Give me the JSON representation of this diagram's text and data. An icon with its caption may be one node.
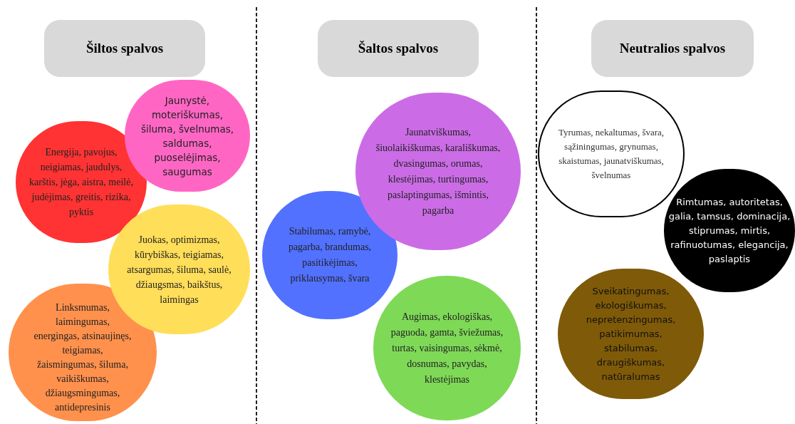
{
  "diagram": {
    "nodes": [
      {
        "text": [
          "Šiltos spalvos"
        ]
      },
      {
        "text": [
          "Šaltos spalvos"
        ]
      },
      {
        "text": [
          "Neutralios spalvos"
        ]
      },
      {
        "text": [
          "Energija, pavojus, neigiamas, jaudulys, karštis, jėga, aistra, meilė, judėjimas, greitis, rizika, pyktis"
        ]
      },
      {
        "text": [
          "Jaunystė, moteriškumas, šiluma, švelnumas, saldumas, puoselėjimas, saugumas"
        ]
      },
      {
        "text": [
          "Juokas, optimizmas, kūrybiškas, teigiamas, atsargumas, šiluma, saulė, džiaugsmas, baikštus, laimingas"
        ]
      },
      {
        "text": [
          "Linksmumas, laimingumas, energingas, atsinaujinęs, teigiamas, žaismingumas, šiluma, vaikiškumas, džiaugsmingumas, antidepresinis"
        ]
      },
      {
        "text": [
          "Jaunatviškumas, šiuolaikiškumas, karališkumas, dvasingumas, orumas, klestėjimas, turtingumas, paslaptingumas, išmintis, pagarba"
        ]
      },
      {
        "text": [
          "Stabilumas, ramybė, pagarba, brandumas, pasitikėjimas, priklausymas, švara"
        ]
      },
      {
        "text": [
          "Augimas, ekologiškas, paguoda, gamta, šviežumas, turtas, vaisingumas, sėkmė, dosnumas, pavydas, klestėjimas"
        ]
      },
      {
        "text": [
          "Tyrumas, nekaltumas, švara, sąžiningumas, grynumas, skaistumas, jaunatviškumas, švelnumas"
        ]
      },
      {
        "text": [
          "Rimtumas, autoritetas, galia, tamsus, dominacija, stiprumas, mirtis, rafinuotumas, elegancija, paslaptis"
        ]
      },
      {
        "text": [
          "Sveikatingumas, ekologiškumas, nepretenzingumas, patikimumas, stabilumas, draugiškumas, natūralumas"
        ]
      }
    ]
  }
}
